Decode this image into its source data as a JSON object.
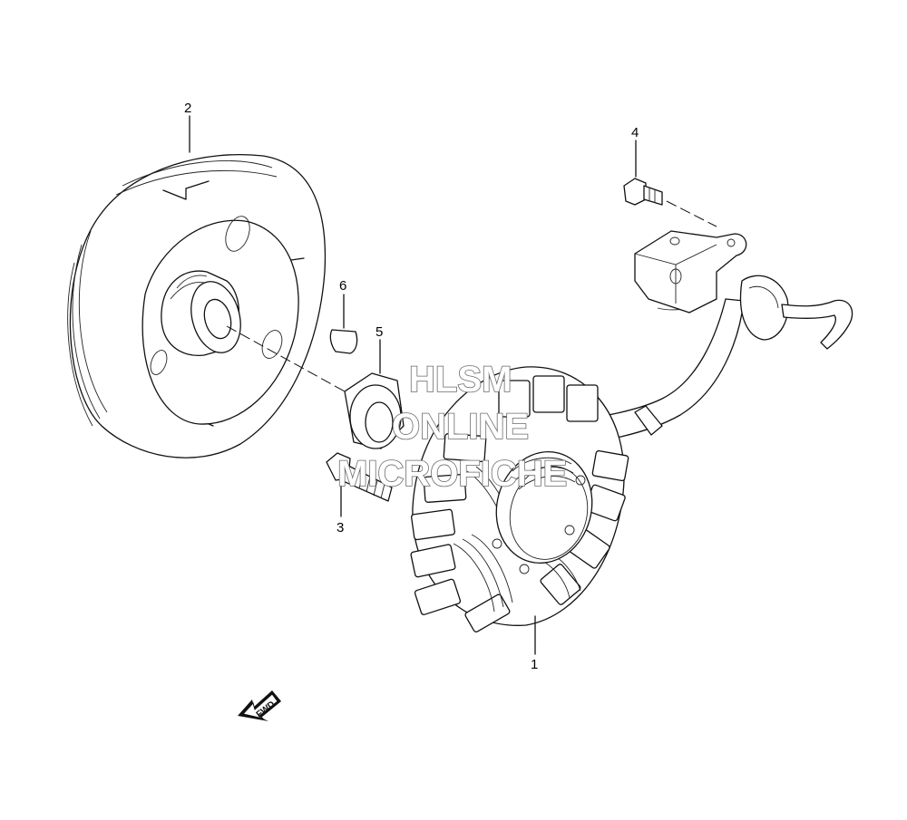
{
  "callouts": {
    "p1": "1",
    "p2": "2",
    "p3": "3",
    "p4": "4",
    "p5": "5",
    "p6": "6"
  },
  "watermark": {
    "line1": "HLSM",
    "line2": "ONLINE",
    "line3": "MICROFICHE"
  },
  "fwd_label": "FWD",
  "colors": {
    "line": "#111111",
    "background": "#ffffff",
    "watermark_outline": "#6b6b6b"
  }
}
